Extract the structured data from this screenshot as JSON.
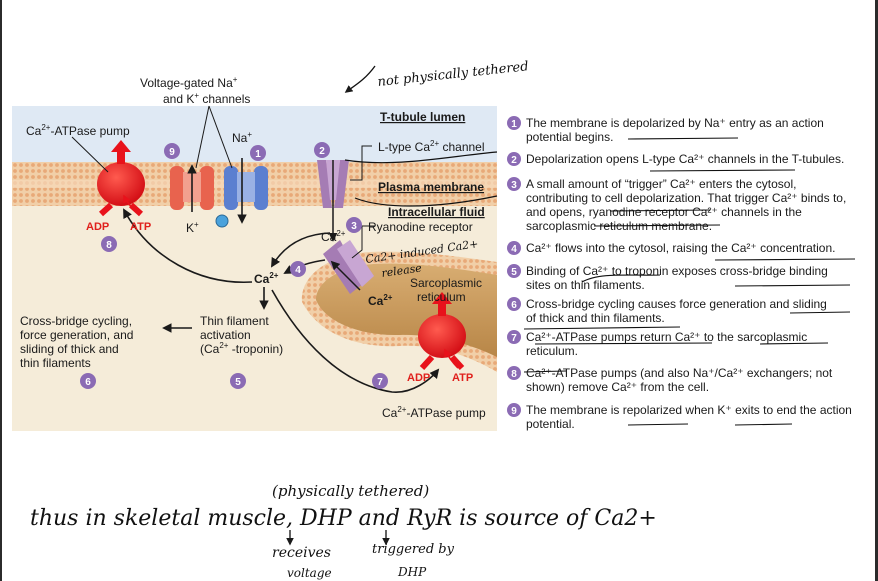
{
  "labels": {
    "voltage_gated": "Voltage-gated Na",
    "voltage_gated_sup": "+",
    "and_k": "and K",
    "and_k_sup": "+",
    "and_k_tail": " channels",
    "atpase_pump_top_pre": "Ca",
    "atpase_pump_top_sup": "2+",
    "atpase_pump_top_post": "-ATPase pump",
    "na_label": "Na",
    "na_sup": "+",
    "k_label": "K",
    "k_sup": "+",
    "adp_top": "ADP",
    "atp_top": "ATP",
    "t_tubule_lumen": "T-tubule lumen",
    "l_type_pre": "L-type Ca",
    "l_type_sup": "2+",
    "l_type_post": " channel",
    "plasma_membrane": "Plasma membrane",
    "intracellular_fluid": "Intracellular fluid",
    "ca_pre": "Ca",
    "ca_sup": "2+",
    "ryanodine": "Ryanodine receptor",
    "ca_center_pre": "Ca",
    "ca_center_sup": "2+",
    "sarcoplasmic": "Sarcoplasmic",
    "reticulum": "reticulum",
    "ca_sr_pre": "Ca",
    "ca_sr_sup": "2+",
    "cross_bridge_1": "Cross-bridge cycling,",
    "cross_bridge_2": "force generation, and",
    "cross_bridge_3": "sliding of thick and",
    "cross_bridge_4": "thin filaments",
    "thin_1": "Thin filament",
    "thin_2": "activation",
    "thin_3_pre": "(Ca",
    "thin_3_sup": "2+",
    "thin_3_post": " -troponin)",
    "adp_bottom": "ADP",
    "atp_bottom": "ATP",
    "atpase_bottom_pre": "Ca",
    "atpase_bottom_sup": "2+",
    "atpase_bottom_post": "-ATPase pump"
  },
  "badges": {
    "n9": "9",
    "n1": "1",
    "n2": "2",
    "n3": "3",
    "n4": "4",
    "n8": "8",
    "n6": "6",
    "n5": "5",
    "n7": "7"
  },
  "steps": [
    {
      "num": "1",
      "lines": [
        "The membrane is depolarized by Na⁺ entry as an action",
        "potential begins."
      ]
    },
    {
      "num": "2",
      "lines": [
        "Depolarization opens L-type Ca²⁺ channels in the T-tubules."
      ]
    },
    {
      "num": "3",
      "lines": [
        "A small amount of “trigger” Ca²⁺ enters the cytosol,",
        "contributing to cell depolarization. That trigger Ca²⁺ binds to,",
        "and opens, ryanodine receptor Ca²⁺ channels in the",
        "sarcoplasmic reticulum membrane."
      ]
    },
    {
      "num": "4",
      "lines": [
        "Ca²⁺ flows into the cytosol, raising the Ca²⁺ concentration."
      ]
    },
    {
      "num": "5",
      "lines": [
        "Binding of Ca²⁺ to troponin exposes cross-bridge binding",
        "sites on thin filaments."
      ]
    },
    {
      "num": "6",
      "lines": [
        "Cross-bridge cycling causes force generation and sliding",
        "of thick and thin filaments."
      ]
    },
    {
      "num": "7",
      "lines": [
        "Ca²⁺-ATPase pumps return Ca²⁺ to the sarcoplasmic",
        "reticulum."
      ]
    },
    {
      "num": "8",
      "lines": [
        "Ca²⁺-ATPase pumps (and also Na⁺/Ca²⁺ exchangers; not",
        "shown) remove Ca²⁺ from the cell."
      ]
    },
    {
      "num": "9",
      "lines": [
        "The membrane is repolarized when K⁺ exits to end the action",
        "potential."
      ]
    }
  ],
  "handwriting": {
    "not_tethered": "not physically tethered",
    "ca_induced": "Ca2+ induced Ca2+",
    "release": "release",
    "physically_tethered": "(physically tethered)",
    "main_line": "thus in skeletal muscle, DHP and RyR is source of Ca2+",
    "receives": "receives",
    "voltage": "voltage",
    "triggered_by": "triggered by",
    "dhp": "DHP"
  },
  "colors": {
    "lumen": "#dfe9f4",
    "cytosol": "#f3e9d4",
    "membrane": "#e9ba8e",
    "pump": "#e8121b",
    "na_channel": "#5b7fd0",
    "k_channel": "#e8634e",
    "ltype": "#a57cb4",
    "badge": "#8b6bb4",
    "sr": "#c99a5f"
  }
}
